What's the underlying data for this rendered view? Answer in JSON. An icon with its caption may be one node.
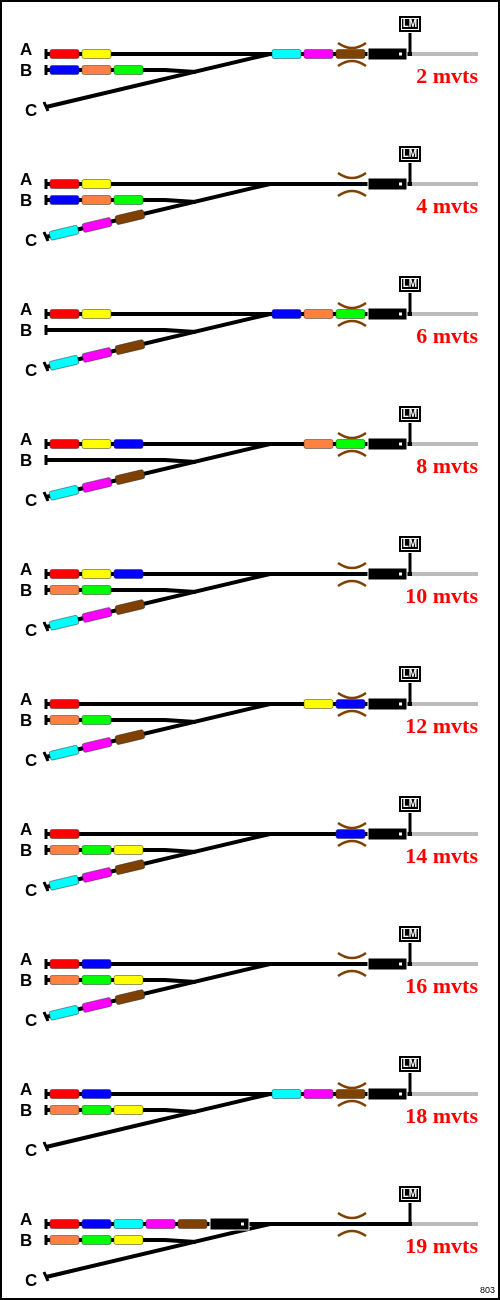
{
  "diagram": {
    "nodes": [
      {
        "text": [
          "LM"
        ],
        "beside": [
          "2 mvts"
        ]
      },
      {
        "text": [
          "LM"
        ],
        "beside": [
          "4 mvts"
        ]
      },
      {
        "text": [
          "LM"
        ],
        "beside": [
          "6 mvts"
        ]
      },
      {
        "text": [
          "LM"
        ],
        "beside": [
          "8 mvts"
        ]
      },
      {
        "text": [
          "LM"
        ],
        "beside": [
          "10 mvts"
        ]
      },
      {
        "text": [
          "LM"
        ],
        "beside": [
          "12 mvts"
        ]
      },
      {
        "text": [
          "LM"
        ],
        "beside": [
          "14 mvts"
        ]
      },
      {
        "text": [
          "LM"
        ],
        "beside": [
          "16 mvts"
        ]
      },
      {
        "text": [
          "LM"
        ],
        "beside": [
          "18 mvts"
        ]
      },
      {
        "text": [
          "LM"
        ],
        "beside": [
          "19 mvts"
        ]
      }
    ],
    "labels": [
      "A",
      "B",
      "C",
      "A",
      "B",
      "C",
      "A",
      "B",
      "C",
      "A",
      "B",
      "C",
      "A",
      "B",
      "C",
      "A",
      "B",
      "C",
      "A",
      "B",
      "C",
      "A",
      "B",
      "C",
      "A",
      "B",
      "C",
      "A",
      "B",
      "C",
      "803"
    ]
  }
}
